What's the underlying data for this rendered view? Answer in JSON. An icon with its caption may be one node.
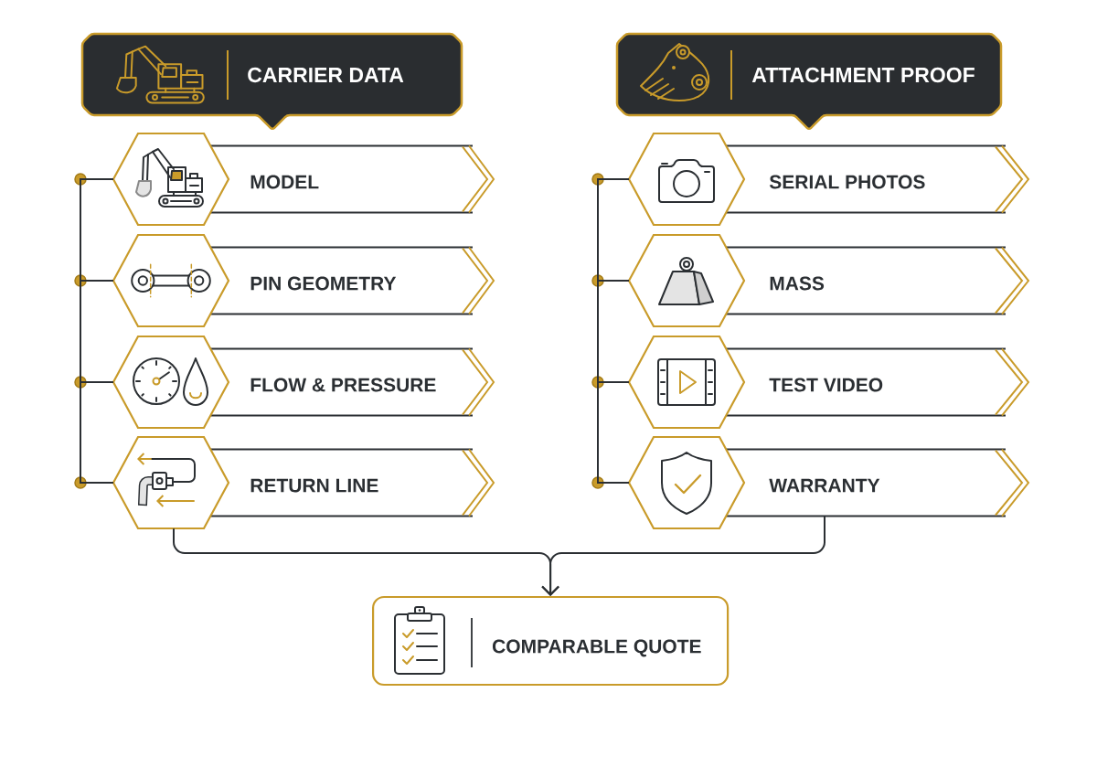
{
  "diagram": {
    "nodes": [
      {
        "text": [
          "CARRIER DATA"
        ]
      },
      {
        "text": [
          "MODEL"
        ]
      },
      {
        "text": [
          "PIN GEOMETRY"
        ]
      },
      {
        "text": [
          "FLOW & PRESSURE"
        ]
      },
      {
        "text": [
          "RETURN LINE"
        ]
      },
      {
        "text": [
          "ATTACHMENT PROOF"
        ]
      },
      {
        "text": [
          "SERIAL PHOTOS"
        ]
      },
      {
        "text": [
          "MASS"
        ]
      },
      {
        "text": [
          "TEST VIDEO"
        ]
      },
      {
        "text": [
          "WARRANTY"
        ]
      },
      {
        "text": [
          "COMPARABLE QUOTE"
        ]
      }
    ],
    "edges": [
      {
        "from": 1,
        "to": 2,
        "arrow": "none"
      },
      {
        "from": 2,
        "to": 3,
        "arrow": "none"
      },
      {
        "from": 3,
        "to": 4,
        "arrow": "none"
      },
      {
        "from": 6,
        "to": 7,
        "arrow": "none"
      },
      {
        "from": 7,
        "to": 8,
        "arrow": "none"
      },
      {
        "from": 8,
        "to": 9,
        "arrow": "none"
      },
      {
        "from": 4,
        "to": 10,
        "arrow": "to"
      },
      {
        "from": 9,
        "to": 10,
        "arrow": "to"
      }
    ]
  }
}
